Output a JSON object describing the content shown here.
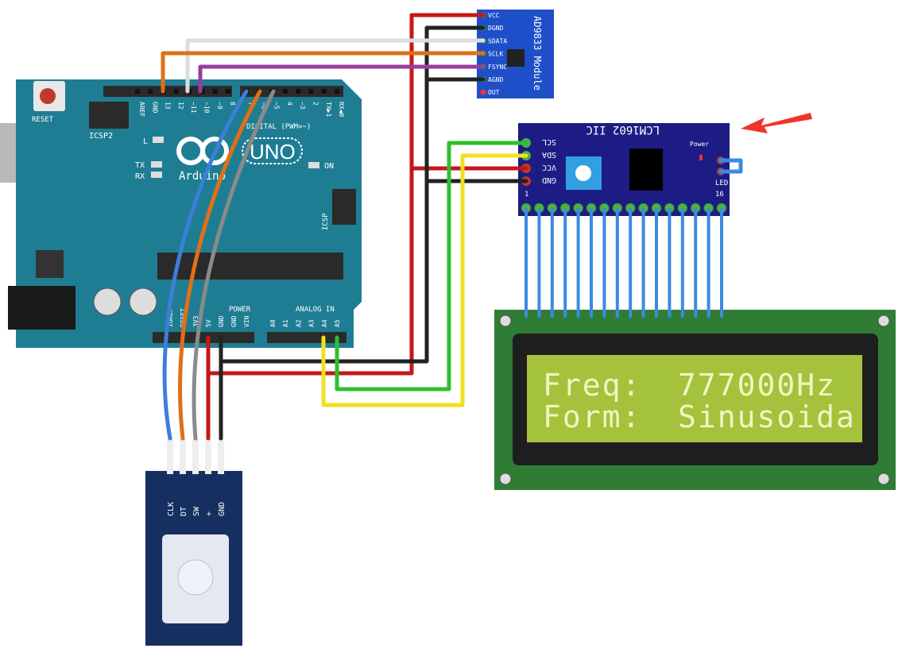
{
  "arduino": {
    "brand": "Arduino",
    "model": "UNO",
    "reset_label": "RESET",
    "icsp2_label": "ICSP2",
    "icsp_label": "ICSP",
    "led_labels": [
      "L",
      "TX",
      "RX",
      "ON"
    ],
    "digital_label": "DIGITAL (PWM=~)",
    "digital_pins": [
      "AREF",
      "GND",
      "13",
      "12",
      "~11",
      "~10",
      "~9",
      "8",
      "7",
      "~6",
      "~5",
      "4",
      "~3",
      "2",
      "TX▶1",
      "RX◀0"
    ],
    "power_label": "POWER",
    "power_pins": [
      "IOREF",
      "RESET",
      "3V3",
      "5V",
      "GND",
      "GND",
      "VIN"
    ],
    "analog_label": "ANALOG IN",
    "analog_pins": [
      "A0",
      "A1",
      "A2",
      "A3",
      "A4",
      "A5"
    ]
  },
  "ad9833": {
    "title": "AD9833 Module",
    "pins": [
      "VCC",
      "DGND",
      "SDATA",
      "SCLK",
      "FSYNC",
      "AGND",
      "OUT"
    ]
  },
  "i2c_backpack": {
    "title": "LCM1602 IIC",
    "pins": [
      "SCL",
      "SDA",
      "VCC",
      "GND"
    ],
    "power_label": "Power",
    "led_label": "LED",
    "pin_first": "1",
    "pin_last": "16"
  },
  "lcd": {
    "line1_label": "Freq:",
    "line1_value": "777000Hz",
    "line2_label": "Form:",
    "line2_value": "Sinusoida"
  },
  "encoder": {
    "pins": [
      "CLK",
      "DT",
      "SW",
      "+",
      "GND"
    ]
  },
  "colors": {
    "arduino": "#1f7d93",
    "ad9833": "#1f4fc8",
    "backpack": "#1c1c84",
    "lcd_pcb": "#2f7d34",
    "lcd_screen": "#a5c23c",
    "encoder": "#153060",
    "arrow": "#f0342a"
  }
}
